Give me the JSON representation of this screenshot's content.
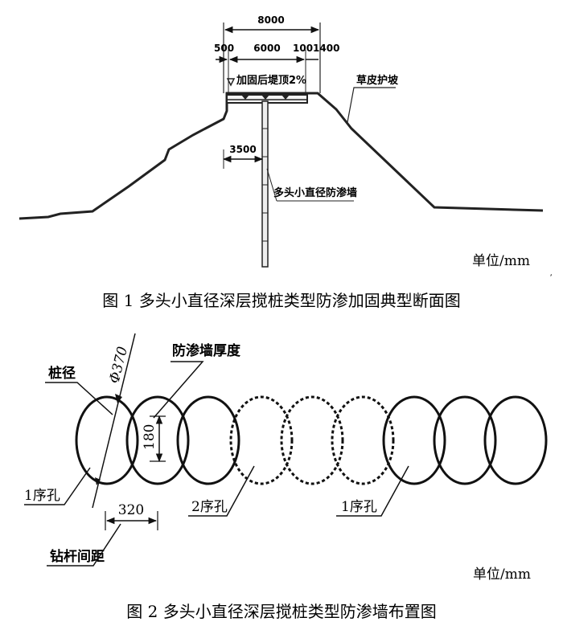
{
  "figure1": {
    "dimensions": {
      "total_width": "8000",
      "left_offset": "500",
      "middle_width": "6000",
      "right_parts": "1001400",
      "wall_offset": "3500"
    },
    "labels": {
      "crest_slope": "加固后堤顶2%",
      "grass_slope": "草皮护坡",
      "wall": "多头小直径防渗墙"
    },
    "unit": "单位/mm",
    "caption": "图 1  多头小直径深层搅桩类型防渗加固典型断面图"
  },
  "figure2": {
    "labels": {
      "diameter": "Φ370",
      "pile_diameter": "桩径",
      "wall_thickness": "防渗墙厚度",
      "thickness_value": "180",
      "first_hole_left": "1序孔",
      "second_hole": "2序孔",
      "first_hole_right": "1序孔",
      "spacing_value": "320",
      "rod_spacing": "钻杆间距"
    },
    "circles": [
      "solid",
      "solid",
      "solid",
      "dashed",
      "dashed",
      "dashed",
      "solid",
      "solid",
      "solid"
    ],
    "unit": "单位/mm",
    "caption": "图 2  多头小直径深层搅桩类型防渗墙布置图"
  }
}
